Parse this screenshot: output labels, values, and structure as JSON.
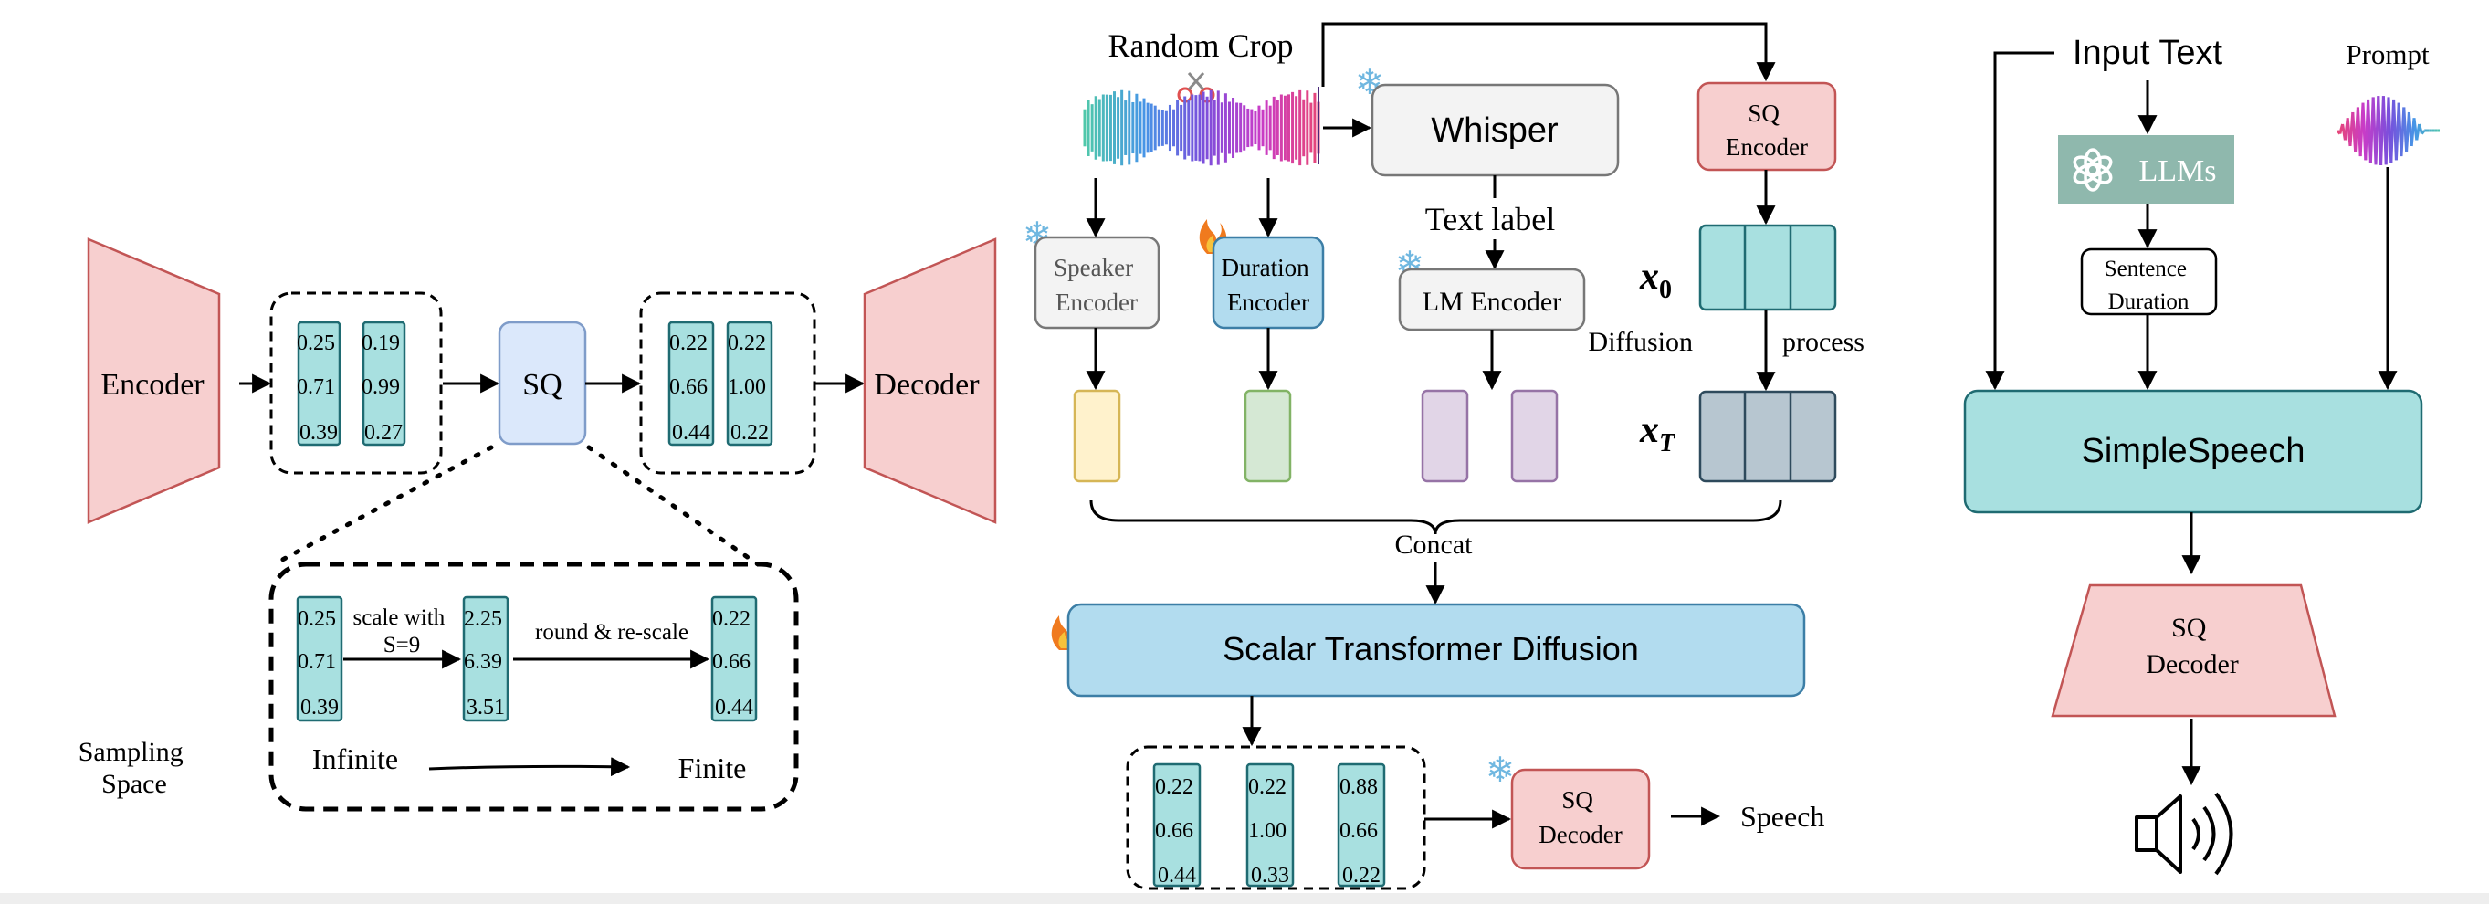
{
  "colors": {
    "pink_fill": "#f7cfcf",
    "pink_stroke": "#c25555",
    "teal_fill": "#a8e0e0",
    "teal_stroke": "#1f6b72",
    "light_blue_fill": "#dbe8fb",
    "blue_stroke": "#7f9cc9",
    "sky_fill": "#b2dcef",
    "sky_stroke": "#3c7ea6",
    "grey_fill": "#f3f3f3",
    "grey_stroke": "#777777",
    "slate_fill": "#b7c6d0",
    "slate_stroke": "#2e4a5c",
    "llm_fill": "#8fb8ad",
    "yellow_fill": "#fff2cc",
    "yellow_stroke": "#d6b656",
    "green_fill": "#d5e8d4",
    "green_stroke": "#82b366",
    "purple_fill": "#e1d5e7",
    "purple_stroke": "#9673a6"
  },
  "left": {
    "encoder": "Encoder",
    "sq": "SQ",
    "decoder": "Decoder",
    "in_vectors": [
      [
        "0.25",
        "0.71",
        "0.39"
      ],
      [
        "0.19",
        "0.99",
        "0.27"
      ]
    ],
    "out_vectors": [
      [
        "0.22",
        "0.66",
        "0.44"
      ],
      [
        "0.22",
        "1.00",
        "0.22"
      ]
    ],
    "sampling_space": [
      "Sampling",
      "Space"
    ],
    "zoom": {
      "v1": [
        "0.25",
        "0.71",
        "0.39"
      ],
      "v2": [
        "2.25",
        "6.39",
        "3.51"
      ],
      "v3": [
        "0.22",
        "0.66",
        "0.44"
      ],
      "scale_label": [
        "scale with",
        "S=9"
      ],
      "round_label": "round & re-scale",
      "infinite": "Infinite",
      "finite": "Finite"
    }
  },
  "middle": {
    "random_crop": "Random Crop",
    "whisper": "Whisper",
    "sq_encoder": [
      "SQ",
      "Encoder"
    ],
    "speaker_encoder": [
      "Speaker",
      "Encoder"
    ],
    "duration_encoder": [
      "Duration",
      "Encoder"
    ],
    "text_label": "Text label",
    "lm_encoder": "LM Encoder",
    "x0": "x",
    "x0_sub": "0",
    "xT": "x",
    "xT_sub": "T",
    "diffusion": "Diffusion",
    "process": "process",
    "concat": "Concat",
    "scalar_transformer": "Scalar Transformer Diffusion",
    "out_vectors": [
      [
        "0.22",
        "0.66",
        "0.44"
      ],
      [
        "0.22",
        "1.00",
        "0.33"
      ],
      [
        "0.88",
        "0.66",
        "0.22"
      ]
    ],
    "sq_decoder": [
      "SQ",
      "Decoder"
    ],
    "speech": "Speech"
  },
  "right": {
    "input_text": "Input Text",
    "prompt": "Prompt",
    "llms": "LLMs",
    "sentence_duration": [
      "Sentence",
      "Duration"
    ],
    "simplespeech": "SimpleSpeech",
    "sq_decoder": [
      "SQ",
      "Decoder"
    ]
  }
}
